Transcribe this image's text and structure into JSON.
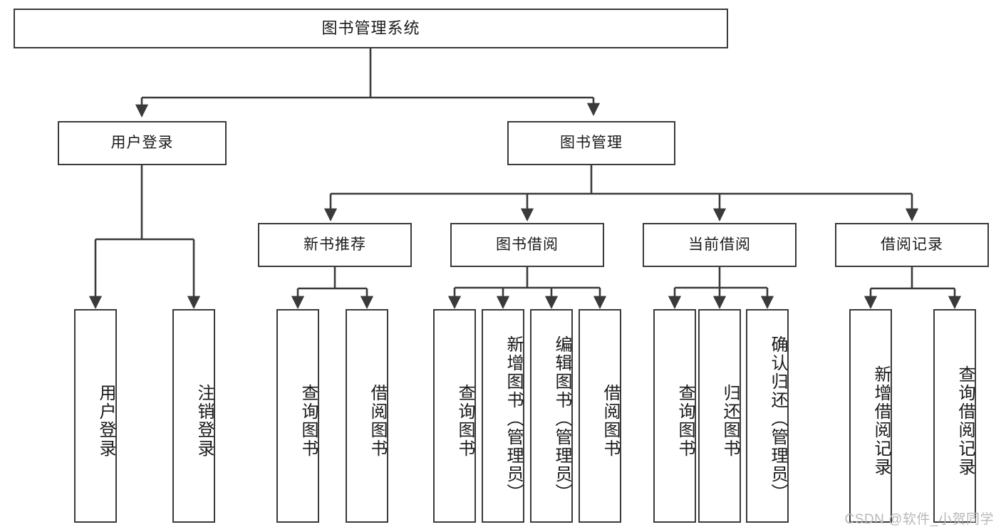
{
  "diagram": {
    "title": "图书管理系统",
    "type": "tree-hierarchy-chart",
    "root": {
      "label": "图书管理系统"
    },
    "level2": [
      {
        "label": "用户登录"
      },
      {
        "label": "图书管理"
      }
    ],
    "level3": [
      {
        "label": "新书推荐"
      },
      {
        "label": "图书借阅"
      },
      {
        "label": "当前借阅"
      },
      {
        "label": "借阅记录"
      }
    ],
    "leaves": {
      "user_login": [
        {
          "label": "用户登录"
        },
        {
          "label": "注销登录"
        }
      ],
      "new_book_recommend": [
        {
          "label": "查询图书"
        },
        {
          "label": "借阅图书"
        }
      ],
      "book_borrow": [
        {
          "label": "查询图书"
        },
        {
          "label": "新增图书（管理员）"
        },
        {
          "label": "编辑图书（管理员）"
        },
        {
          "label": "借阅图书"
        }
      ],
      "current_borrow": [
        {
          "label": "查询图书"
        },
        {
          "label": "归还图书"
        },
        {
          "label": "确认归还（管理员）"
        }
      ],
      "borrow_record": [
        {
          "label": "新增借阅记录"
        },
        {
          "label": "查询借阅记录"
        }
      ]
    }
  },
  "watermark": {
    "text": "CSDN @软件_小贺同学"
  },
  "colors": {
    "background": "#ffffff",
    "box_border": "#3a3a3a",
    "connector": "#3a3a3a",
    "text": "#1a1a1a",
    "watermark": "#b8b8b8"
  }
}
